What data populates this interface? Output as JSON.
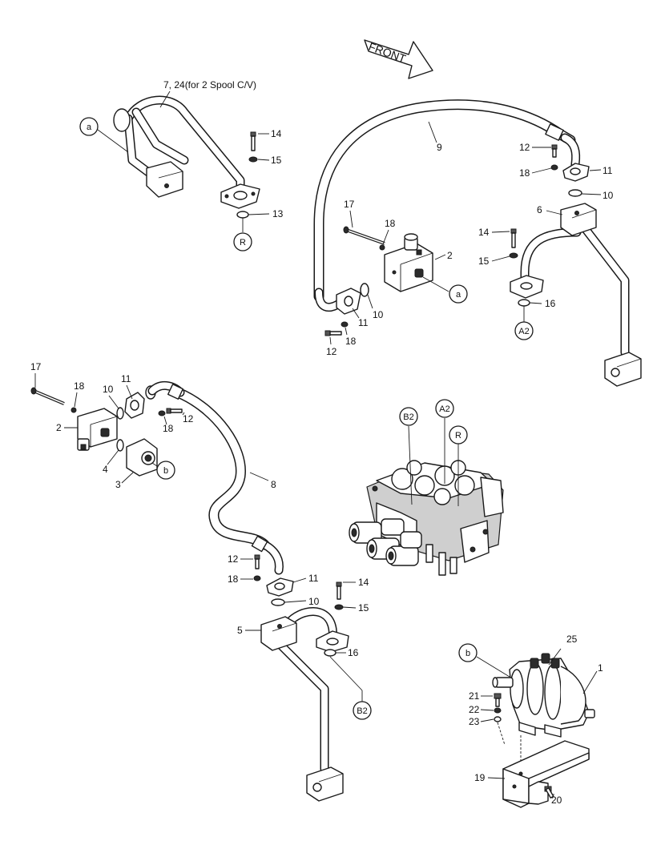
{
  "front_arrow": "FRONT",
  "tube_note": "7,  24(for 2 Spool C/V)",
  "tags": {
    "a_top": "a",
    "a_valve": "a",
    "R_top": "R",
    "R_cv": "R",
    "A2_right": "A2",
    "A2_cv": "A2",
    "B2_cv": "B2",
    "B2_bottom": "B2",
    "b_left": "b",
    "b_pump": "b"
  },
  "parts": {
    "p14a": "14",
    "p15a": "15",
    "p13": "13",
    "p9": "9",
    "p12a": "12",
    "p18a": "18",
    "p11a": "11",
    "p10a": "10",
    "p6": "6",
    "p14b": "14",
    "p15b": "15",
    "p16a": "16",
    "p17a": "17",
    "p18b": "18",
    "p2a": "2",
    "p10b": "10",
    "p11b": "11",
    "p12b": "12",
    "p18c": "18",
    "p17b": "17",
    "p18d": "18",
    "p10c": "10",
    "p11c": "11",
    "p12c": "12",
    "p18e": "18",
    "p2b": "2",
    "p4": "4",
    "p3": "3",
    "p8": "8",
    "p12d": "12",
    "p11d": "11",
    "p18f": "18",
    "p10d": "10",
    "p14c": "14",
    "p15c": "15",
    "p5": "5",
    "p16b": "16",
    "p25": "25",
    "p1": "1",
    "p21": "21",
    "p22": "22",
    "p23": "23",
    "p19": "19",
    "p20": "20"
  }
}
